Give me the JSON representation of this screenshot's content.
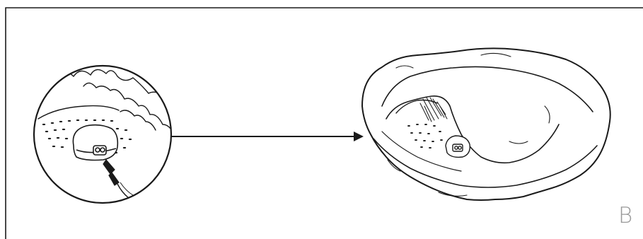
{
  "panel": {
    "label": "B"
  },
  "colors": {
    "stroke": "#1a1a1a",
    "label": "#9a9a9a",
    "background": "#ffffff"
  },
  "icons": {
    "arrow": "right-arrow",
    "device": "sensor-device",
    "cable": "plug-cable",
    "cover": "fabric-cover"
  }
}
